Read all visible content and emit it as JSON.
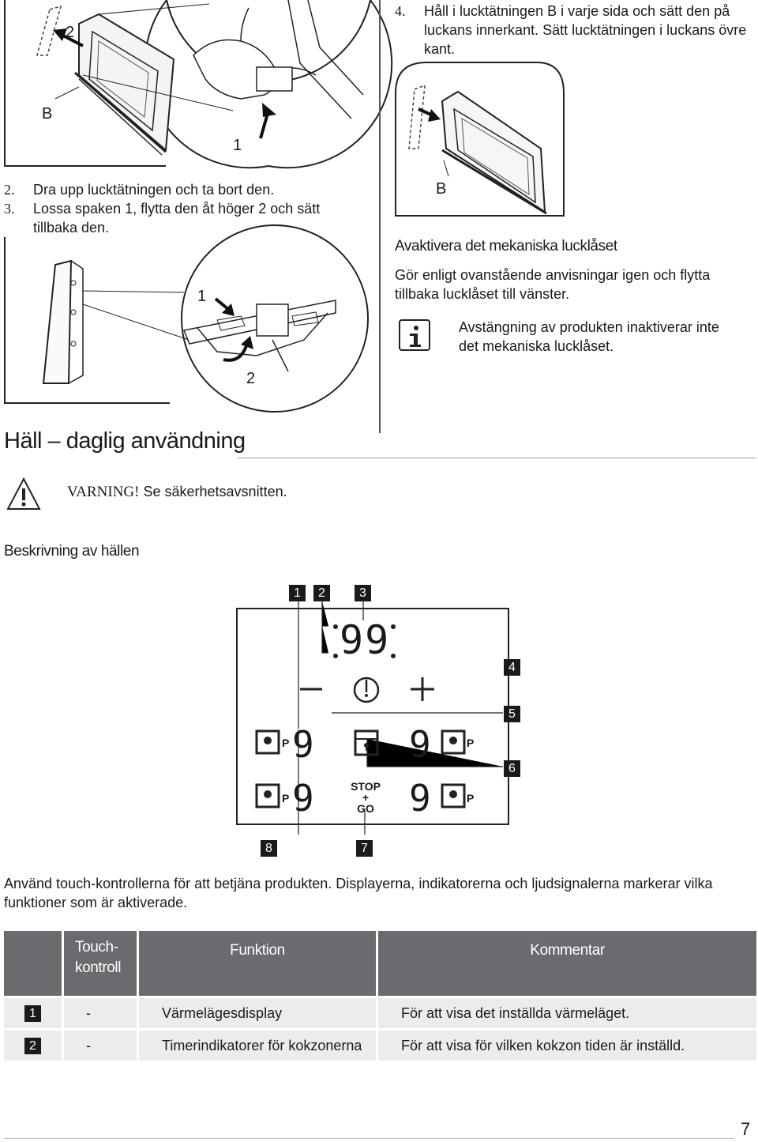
{
  "step4": {
    "num": "4.",
    "text": "Håll i lucktätningen B i varje sida och sätt den på luckans innerkant. Sätt lucktätningen i luckans övre kant."
  },
  "fig1": {
    "label_2": "2",
    "label_b": "B",
    "label_1": "1"
  },
  "fig2": {
    "label_b": "B"
  },
  "step2": {
    "num": "2.",
    "text": "Dra upp lucktätningen och ta bort den."
  },
  "step3": {
    "num": "3.",
    "text": "Lossa spaken 1, flytta den åt höger 2 och sätt tillbaka den."
  },
  "fig3": {
    "label_1": "1",
    "label_2": "2"
  },
  "mech": {
    "heading": "Avaktivera det mekaniska lucklåset",
    "text": "Gör enligt ovanstående anvisningar igen och flytta tillbaka lucklåset till vänster.",
    "info": "Avstängning av produkten inaktiverar inte det mekaniska lucklåset.",
    "info_icon": "info-icon"
  },
  "section": {
    "title": "Häll – daglig användning"
  },
  "warning": {
    "label": "VARNING!",
    "text": " Se säkerhetsavsnitten.",
    "icon": "warning-triangle-icon"
  },
  "desc_heading": "Beskrivning av hällen",
  "panel": {
    "callouts_top": [
      "1",
      "2",
      "3"
    ],
    "callouts_right": [
      "4",
      "5",
      "6"
    ],
    "callouts_bottom": [
      "8",
      "7"
    ],
    "timer_display": "99",
    "zone_display": "9",
    "p_label": "P",
    "stop_go": [
      "STOP",
      "+",
      "GO"
    ]
  },
  "intro": "Använd touch-kontrollerna för att betjäna produkten. Displayerna, indikatorerna och ljudsignalerna markerar vilka funktioner som är aktiverade.",
  "table": {
    "headers": [
      "Touch-kontroll",
      "Funktion",
      "Kommentar"
    ],
    "rows": [
      {
        "id": "1",
        "touch": "-",
        "function": "Värmelägesdisplay",
        "comment": "För att visa det inställda värmeläget."
      },
      {
        "id": "2",
        "touch": "-",
        "function": "Timerindikatorer för kokzonerna",
        "comment": "För att visa för vilken kokzon tiden är inställd."
      }
    ]
  },
  "page_number": "7",
  "colors": {
    "header_bg": "#6a6b6f",
    "row_bg": "#ececec",
    "text": "#1a1a1a"
  }
}
